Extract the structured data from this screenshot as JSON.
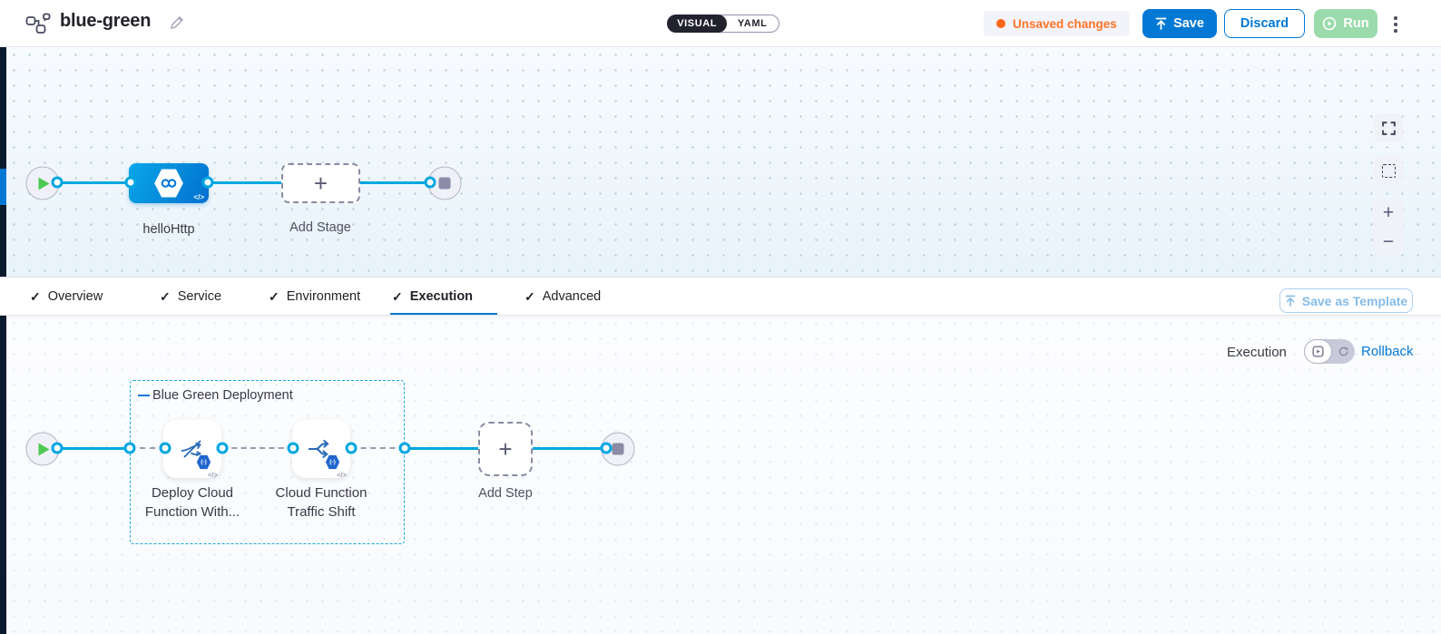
{
  "header": {
    "title": "blue-green",
    "mode": {
      "visual": "VISUAL",
      "yaml": "YAML"
    },
    "unsaved": "Unsaved changes",
    "save": "Save",
    "discard": "Discard",
    "run": "Run"
  },
  "pipeline": {
    "stage_name": "helloHttp",
    "add_stage": "Add Stage"
  },
  "tabs": {
    "items": [
      {
        "label": "Overview"
      },
      {
        "label": "Service"
      },
      {
        "label": "Environment"
      },
      {
        "label": "Execution"
      },
      {
        "label": "Advanced"
      }
    ],
    "active": "Execution",
    "save_as_template": "Save as Template"
  },
  "execution": {
    "mode_label": "Execution",
    "rollback": "Rollback",
    "group": "Blue Green Deployment",
    "steps": [
      {
        "line1": "Deploy Cloud",
        "line2": "Function With..."
      },
      {
        "line1": "Cloud Function",
        "line2": "Traffic Shift"
      }
    ],
    "add_step": "Add Step"
  },
  "icons": {
    "plus": "+",
    "minus": "−",
    "check": "✓",
    "code": "</>",
    "badge": "(-)"
  },
  "colors": {
    "primary": "#0278d5",
    "connector": "#00a6e2",
    "unsaved_orange": "#ff7426",
    "run_green": "#9bdbab",
    "play_green": "#4dc952",
    "rail_dark": "#0a1b2e"
  }
}
